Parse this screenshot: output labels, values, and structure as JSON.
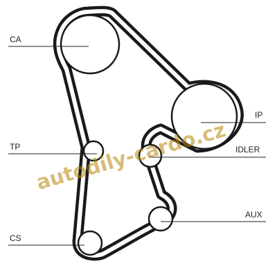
{
  "labels": {
    "ca": "CA",
    "ip": "IP",
    "tp": "TP",
    "idler": "IDLER",
    "aux": "AUX",
    "cs": "CS"
  },
  "watermark": {
    "text": "autodily-cardo.cz",
    "color": "#b8860b"
  },
  "colors": {
    "belt": "#1a1a1a",
    "line": "#222222",
    "background": "#ffffff"
  }
}
